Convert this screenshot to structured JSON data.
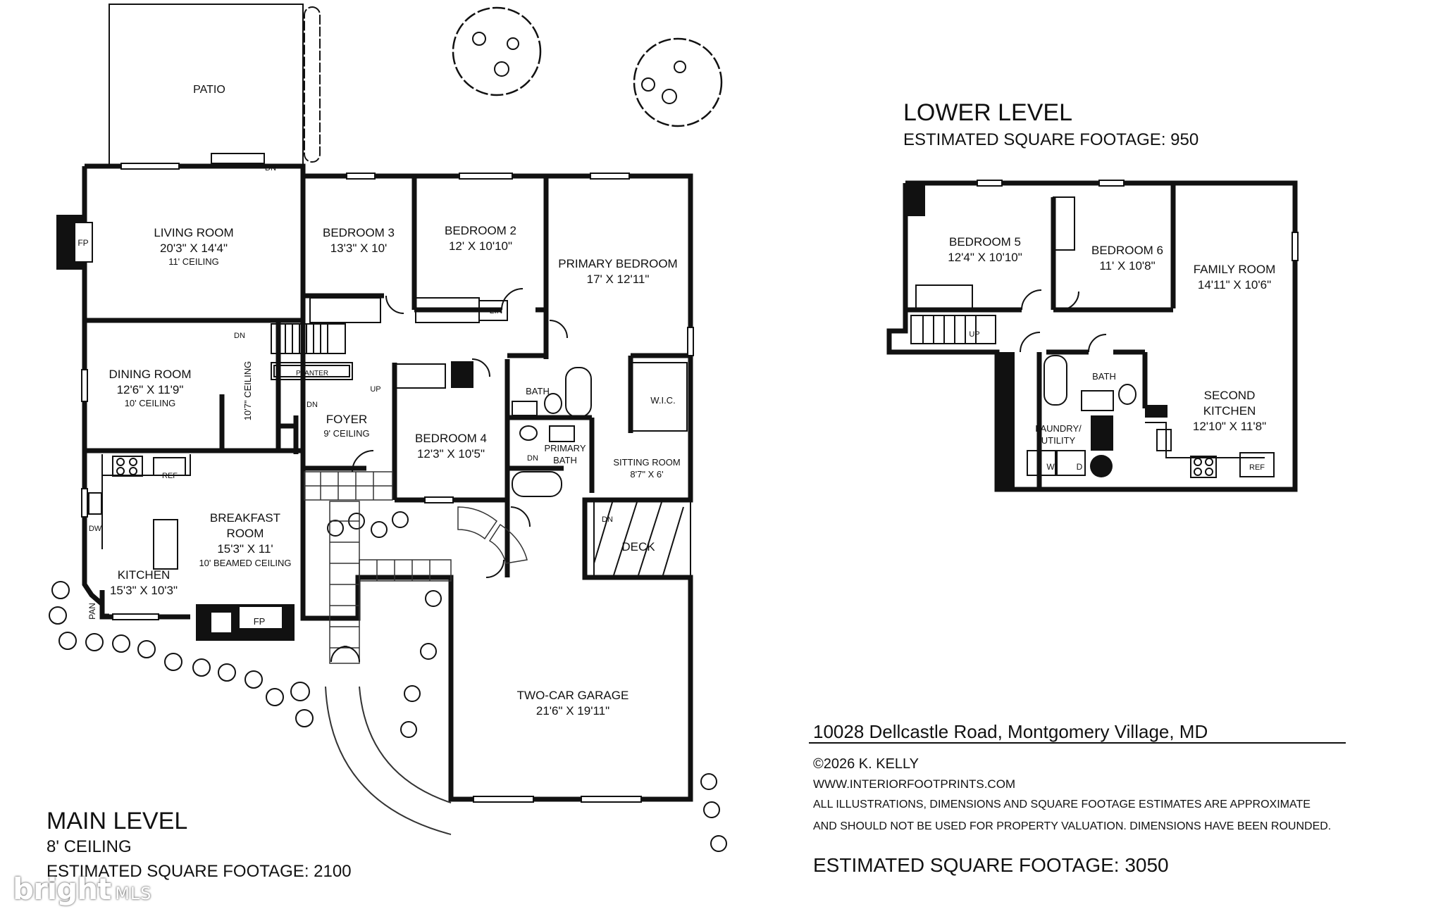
{
  "colors": {
    "ink": "#111111",
    "paper": "#ffffff"
  },
  "main_level": {
    "title": "MAIN LEVEL",
    "ceiling": "8' CEILING",
    "sqft": "ESTIMATED SQUARE FOOTAGE: 2100",
    "rooms": {
      "patio": "PATIO",
      "living_name": "LIVING ROOM",
      "living_dim": "20'3\" X 14'4\"",
      "living_ceiling": "11' CEILING",
      "bed3_name": "BEDROOM 3",
      "bed3_dim": "13'3\" X 10'",
      "bed2_name": "BEDROOM 2",
      "bed2_dim": "12' X 10'10\"",
      "primary_name": "PRIMARY BEDROOM",
      "primary_dim": "17' X 12'11\"",
      "dining_name": "DINING ROOM",
      "dining_dim": "12'6\" X 11'9\"",
      "dining_ceiling": "10' CEILING",
      "hall_ceiling": "10'7\" CEILING",
      "planter": "PLANTER",
      "foyer_name": "FOYER",
      "foyer_ceiling": "9' CEILING",
      "bed4_name": "BEDROOM 4",
      "bed4_dim": "12'3\" X 10'5\"",
      "bath": "BATH",
      "primary_bath_1": "PRIMARY",
      "primary_bath_2": "BATH",
      "wic": "W.I.C.",
      "lin": "LIN",
      "sitting_name": "SITTING ROOM",
      "sitting_dim": "8'7\" X 6'",
      "breakfast_1": "BREAKFAST",
      "breakfast_2": "ROOM",
      "breakfast_dim": "15'3\" X 11'",
      "breakfast_ceiling": "10' BEAMED CEILING",
      "kitchen_name": "KITCHEN",
      "kitchen_dim": "15'3\" X 10'3\"",
      "ref": "REF",
      "dw": "DW",
      "pan": "PAN",
      "fp": "FP",
      "deck": "DECK",
      "garage_name": "TWO-CAR GARAGE",
      "garage_dim": "21'6\" X 19'11\"",
      "dn": "DN",
      "up": "UP"
    }
  },
  "lower_level": {
    "title": "LOWER LEVEL",
    "sqft": "ESTIMATED SQUARE FOOTAGE: 950",
    "rooms": {
      "bed5_name": "BEDROOM 5",
      "bed5_dim": "12'4\" X 10'10\"",
      "bed6_name": "BEDROOM 6",
      "bed6_dim": "11' X 10'8\"",
      "family_name": "FAMILY ROOM",
      "family_dim": "14'11\" X 10'6\"",
      "bath": "BATH",
      "laundry_1": "LAUNDRY/",
      "laundry_2": "UTILITY",
      "w": "W",
      "d": "D",
      "second_1": "SECOND",
      "second_2": "KITCHEN",
      "second_dim": "12'10\" X 11'8\"",
      "ref": "REF",
      "up": "UP"
    }
  },
  "info": {
    "address": "10028 Dellcastle Road, Montgomery Village, MD",
    "copyright": "©2026 K. KELLY",
    "website": "WWW.INTERIORFOOTPRINTS.COM",
    "disclaimer_1": "ALL ILLUSTRATIONS, DIMENSIONS AND SQUARE FOOTAGE ESTIMATES ARE APPROXIMATE",
    "disclaimer_2": "AND  SHOULD NOT BE USED FOR PROPERTY VALUATION. DIMENSIONS HAVE BEEN ROUNDED.",
    "total_sqft": "ESTIMATED SQUARE FOOTAGE: 3050"
  },
  "watermark": {
    "brand": "bright",
    "suffix": "MLS"
  }
}
